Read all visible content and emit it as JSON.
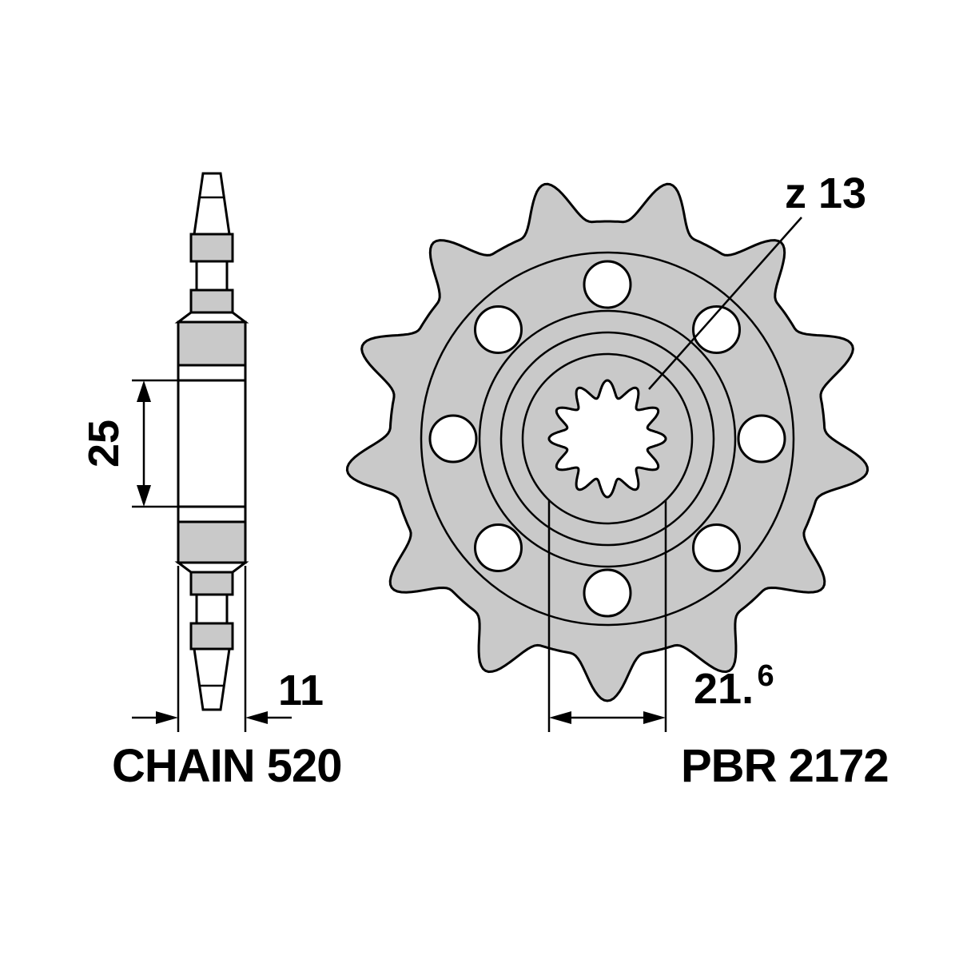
{
  "side_view": {
    "hub_length": "25",
    "width": "11",
    "chain": "CHAIN 520"
  },
  "front_view": {
    "teeth": "z 13",
    "teeth_count": 13,
    "spline_teeth_count": 12,
    "holes_count": 8,
    "bore_main": "21.",
    "bore_sup": "6",
    "bore_value": "21.6",
    "part": "PBR 2172"
  },
  "colors": {
    "metal_fill": "#c9c9c9",
    "line": "#000000",
    "background": "#ffffff"
  }
}
